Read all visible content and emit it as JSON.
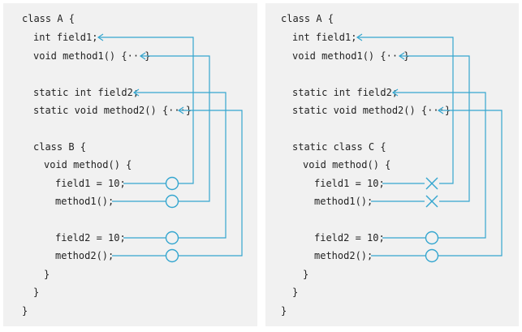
{
  "colors": {
    "panel_bg": "#f1f1f1",
    "accent": "#35a6cf",
    "text": "#222222"
  },
  "left": {
    "lines": [
      "class A {",
      "int field1;",
      "void method1() {···}",
      "static int field2;",
      "static void method2() {···}",
      "class B {",
      "void method() {",
      "field1 = 10;",
      "method1();",
      "field2 = 10;",
      "method2();",
      "}",
      "}",
      "}"
    ],
    "access_marks": [
      "allowed",
      "allowed",
      "allowed",
      "allowed"
    ]
  },
  "right": {
    "lines": [
      "class A {",
      "int field1;",
      "void method1() {···}",
      "static int field2;",
      "static void method2() {···}",
      "static class C {",
      "void method() {",
      "field1 = 10;",
      "method1();",
      "field2 = 10;",
      "method2();",
      "}",
      "}",
      "}"
    ],
    "access_marks": [
      "denied",
      "denied",
      "allowed",
      "allowed"
    ]
  }
}
